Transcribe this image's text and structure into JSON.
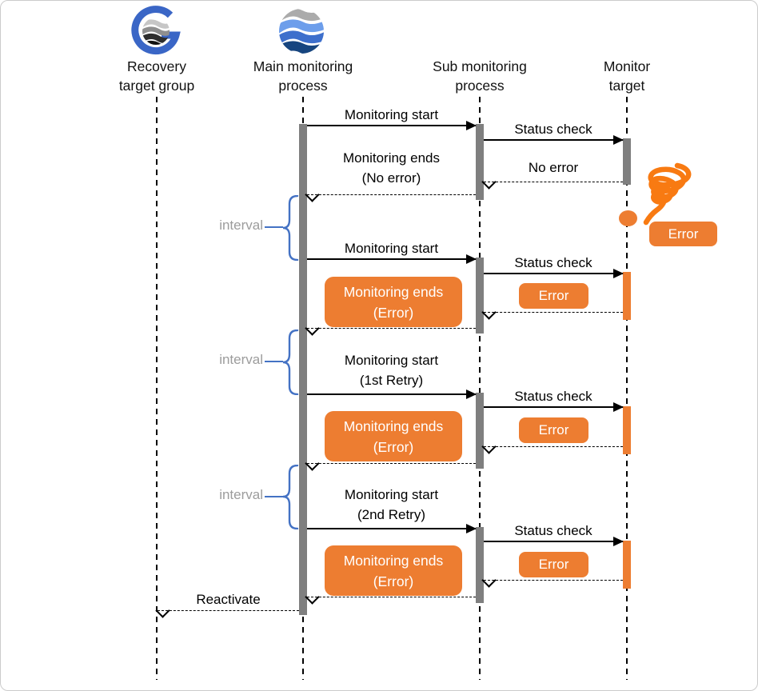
{
  "colors": {
    "orange": "#ED7D31",
    "bar_gray": "#7F7F7F",
    "brace_blue": "#4472C4",
    "interval_gray": "#9C9C9C",
    "line_black": "#000000",
    "spiral_orange": "#F87A12",
    "page_border": "#CBCBCB"
  },
  "actors": [
    {
      "id": "recovery-target-group",
      "label": "Recovery\ntarget group"
    },
    {
      "id": "main-monitoring-process",
      "label": "Main monitoring\nprocess"
    },
    {
      "id": "sub-monitoring-process",
      "label": "Sub monitoring\nprocess"
    },
    {
      "id": "monitor-target",
      "label": "Monitor\ntarget"
    }
  ],
  "messages": {
    "monitoring_start": "Monitoring start",
    "status_check": "Status check",
    "no_error": "No error",
    "monitoring_ends_no_error": "Monitoring ends\n(No error)",
    "monitoring_ends_error": "Monitoring ends\n(Error)",
    "error": "Error",
    "monitoring_start_retry1": "Monitoring start\n(1st Retry)",
    "monitoring_start_retry2": "Monitoring start\n(2nd Retry)",
    "reactivate": "Reactivate",
    "interval": "interval"
  }
}
